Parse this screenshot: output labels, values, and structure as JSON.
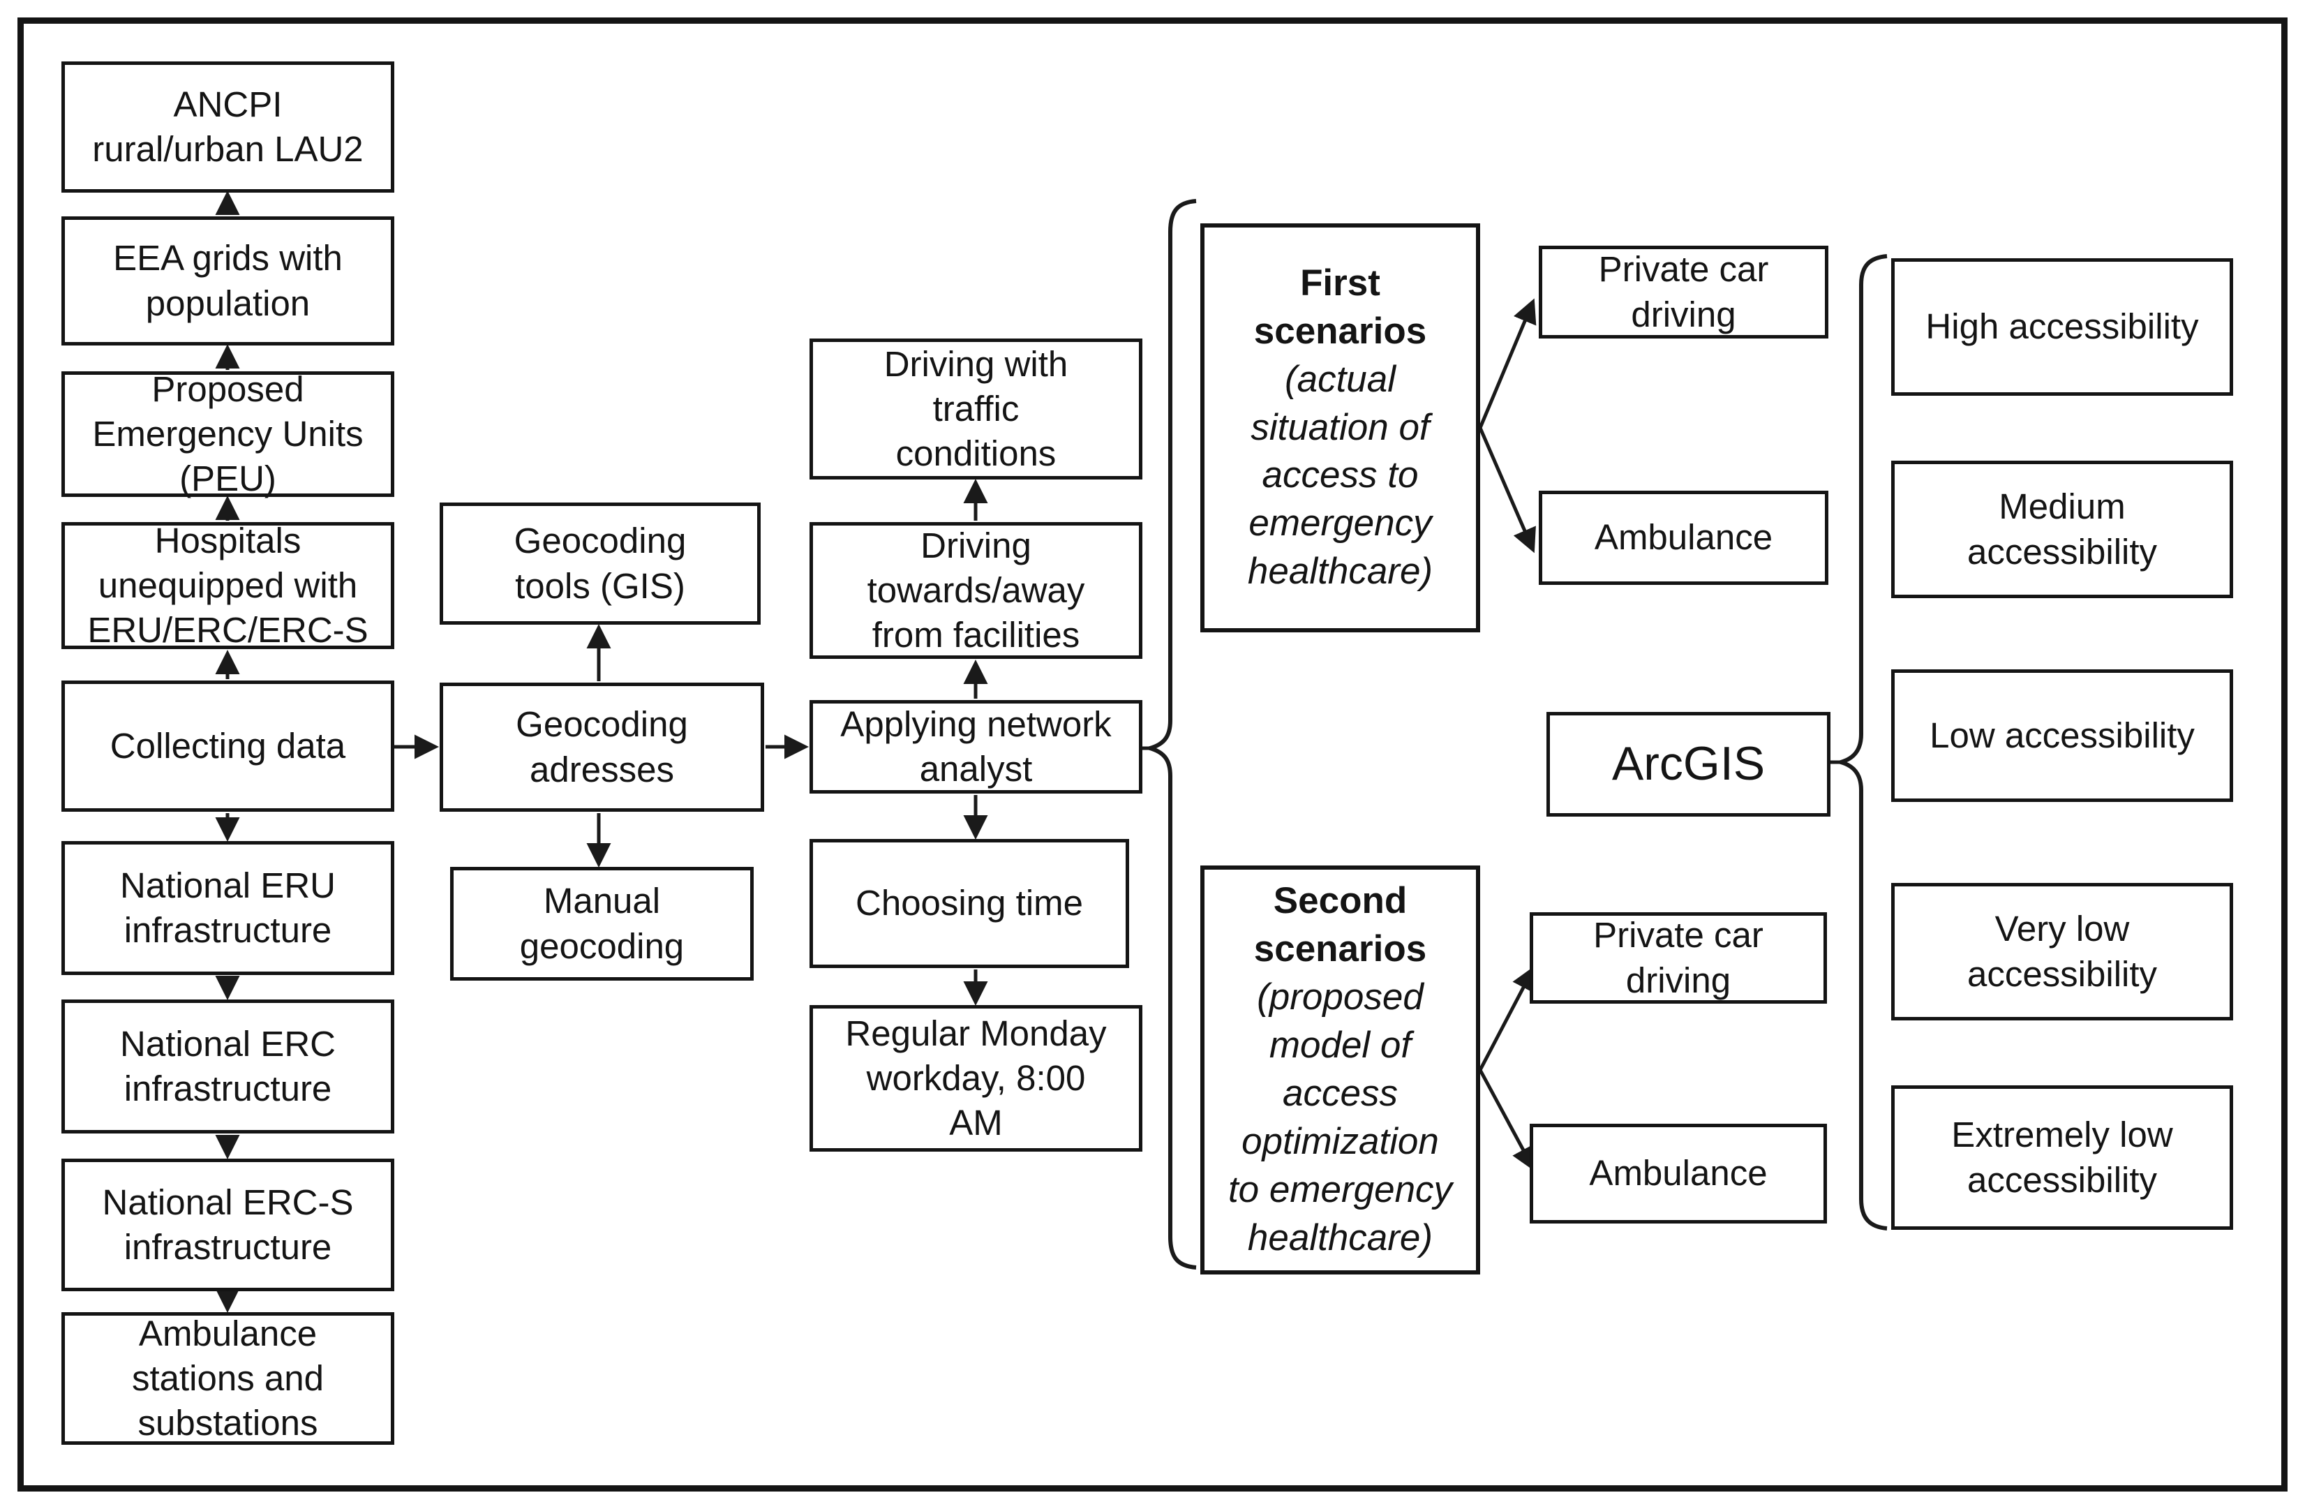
{
  "colors": {
    "stroke": "#141414",
    "background": "#ffffff",
    "text": "#141414"
  },
  "nodes": {
    "ancpi": {
      "label": "ANCPI\nrural/urban LAU2"
    },
    "eea_grids": {
      "label": "EEA grids with\npopulation"
    },
    "peu": {
      "label": "Proposed\nEmergency Units\n(PEU)"
    },
    "hospitals": {
      "label": "Hospitals\nunequipped with\nERU/ERC/ERC-S"
    },
    "collecting_data": {
      "label": "Collecting data"
    },
    "national_eru": {
      "label": "National ERU\ninfrastructure"
    },
    "national_erc": {
      "label": "National ERC\ninfrastructure"
    },
    "national_erc_s": {
      "label": "National ERC-S\ninfrastructure"
    },
    "ambulance_stations": {
      "label": "Ambulance\nstations and\nsubstations"
    },
    "geocoding_tools": {
      "label": "Geocoding\ntools (GIS)"
    },
    "geocoding_addresses": {
      "label": "Geocoding\nadresses"
    },
    "manual_geocoding": {
      "label": "Manual\ngeocoding"
    },
    "driving_traffic": {
      "label": "Driving with\ntraffic\nconditions"
    },
    "driving_towards": {
      "label": "Driving\ntowards/away\nfrom facilities"
    },
    "network_analyst": {
      "label": "Applying network\nanalyst"
    },
    "choosing_time": {
      "label": "Choosing time"
    },
    "monday_workday": {
      "label": "Regular Monday\nworkday, 8:00\nAM"
    },
    "first_scenarios": {
      "title": "First\nscenarios",
      "subtitle": "(actual\nsituation of\naccess to\nemergency\nhealthcare)"
    },
    "second_scenarios": {
      "title": "Second\nscenarios",
      "subtitle": "(proposed\nmodel of\naccess\noptimization\nto emergency\nhealthcare)"
    },
    "private_car_first": {
      "label": "Private car\ndriving"
    },
    "ambulance_first": {
      "label": "Ambulance"
    },
    "private_car_second": {
      "label": "Private car\ndriving"
    },
    "ambulance_second": {
      "label": "Ambulance"
    },
    "arcgis": {
      "label": "ArcGIS"
    },
    "high_accessibility": {
      "label": "High accessibility"
    },
    "medium_accessibility": {
      "label": "Medium\naccessibility"
    },
    "low_accessibility": {
      "label": "Low accessibility"
    },
    "very_low_accessibility": {
      "label": "Very low\naccessibility"
    },
    "extremely_low_accessibility": {
      "label": "Extremely low\naccessibility"
    }
  }
}
